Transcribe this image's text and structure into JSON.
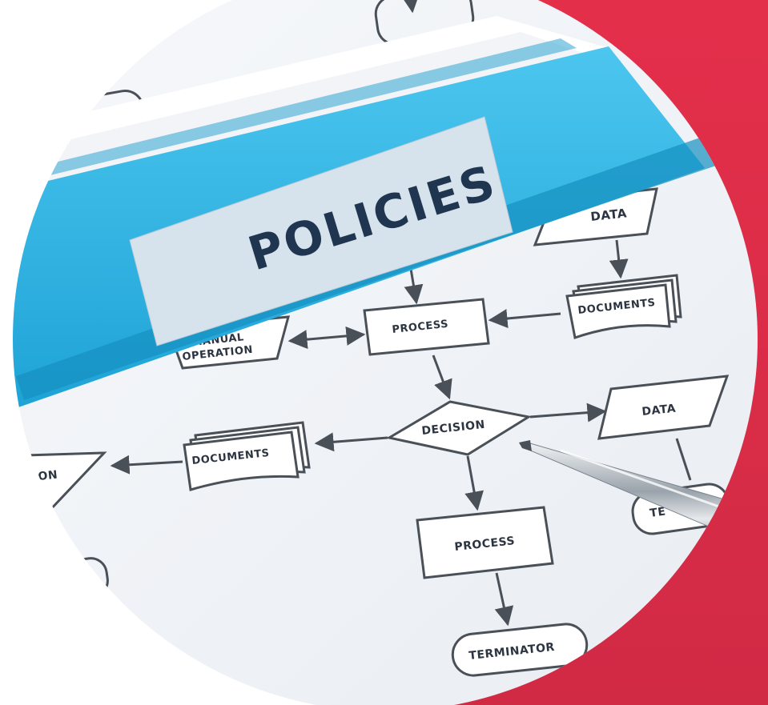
{
  "colors": {
    "accent_red": "#df2f47",
    "folder_blue": "#2fb7e4",
    "label_bg": "#d5e3ec",
    "ink": "#2b3440"
  },
  "label": {
    "text": "POLICIES"
  },
  "flowchart": {
    "data_top": "DATA",
    "documents_top": "DOCUMENTS",
    "process_top": "PROCESS",
    "manual_operation_line1": "MANUAL",
    "manual_operation_line2": "OPERATION",
    "decision": "DECISION",
    "data_right": "DATA",
    "documents_left": "DOCUMENTS",
    "process_bottom": "PROCESS",
    "terminator": "TERMINATOR",
    "partial_left": "ON",
    "partial_right": "TE"
  }
}
